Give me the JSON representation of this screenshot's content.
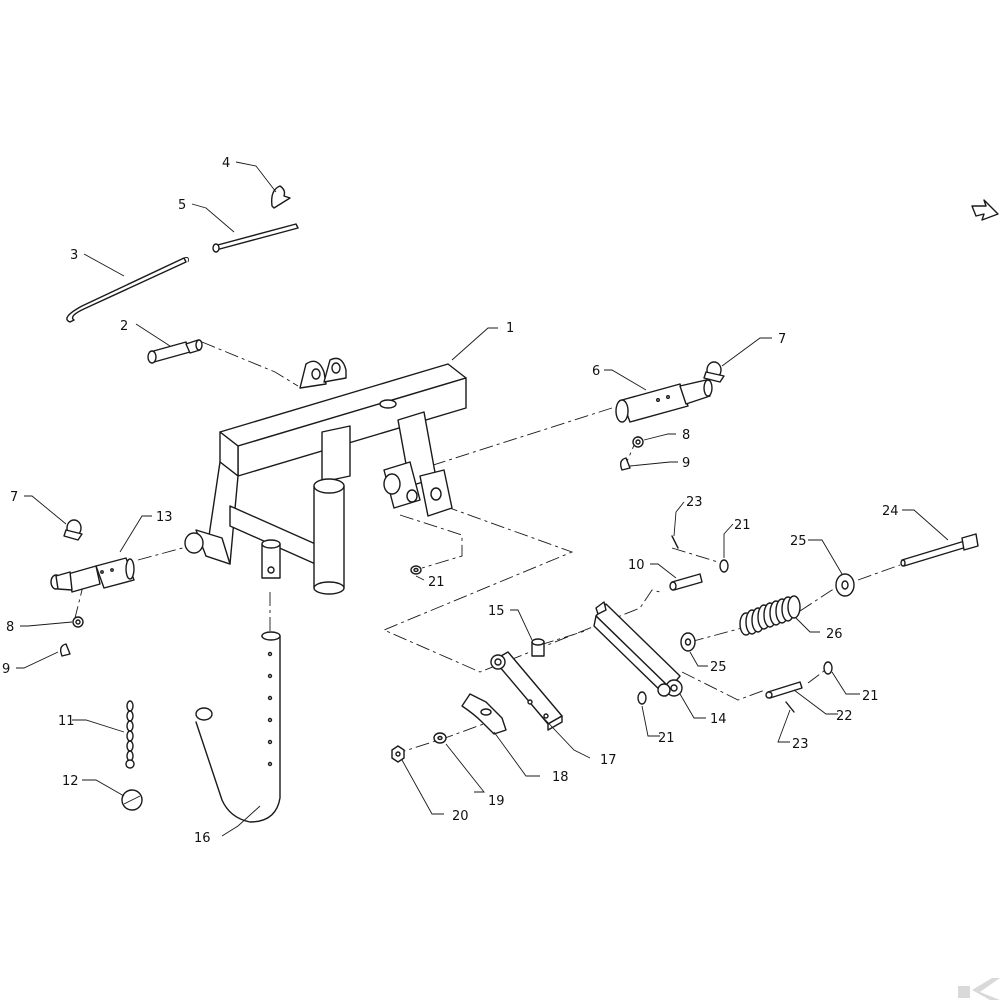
{
  "diagram": {
    "callouts": [
      {
        "id": "c1",
        "label": "1"
      },
      {
        "id": "c2",
        "label": "2"
      },
      {
        "id": "c3",
        "label": "3"
      },
      {
        "id": "c4",
        "label": "4"
      },
      {
        "id": "c5",
        "label": "5"
      },
      {
        "id": "c6",
        "label": "6"
      },
      {
        "id": "c7a",
        "label": "7"
      },
      {
        "id": "c7b",
        "label": "7"
      },
      {
        "id": "c8a",
        "label": "8"
      },
      {
        "id": "c8b",
        "label": "8"
      },
      {
        "id": "c9a",
        "label": "9"
      },
      {
        "id": "c9b",
        "label": "9"
      },
      {
        "id": "c10",
        "label": "10"
      },
      {
        "id": "c11",
        "label": "11"
      },
      {
        "id": "c12",
        "label": "12"
      },
      {
        "id": "c13",
        "label": "13"
      },
      {
        "id": "c14",
        "label": "14"
      },
      {
        "id": "c15",
        "label": "15"
      },
      {
        "id": "c16",
        "label": "16"
      },
      {
        "id": "c17",
        "label": "17"
      },
      {
        "id": "c18",
        "label": "18"
      },
      {
        "id": "c19",
        "label": "19"
      },
      {
        "id": "c20",
        "label": "20"
      },
      {
        "id": "c21a",
        "label": "21"
      },
      {
        "id": "c21b",
        "label": "21"
      },
      {
        "id": "c21c",
        "label": "21"
      },
      {
        "id": "c21d",
        "label": "21"
      },
      {
        "id": "c22",
        "label": "22"
      },
      {
        "id": "c23a",
        "label": "23"
      },
      {
        "id": "c23b",
        "label": "23"
      },
      {
        "id": "c24",
        "label": "24"
      },
      {
        "id": "c25a",
        "label": "25"
      },
      {
        "id": "c25b",
        "label": "25"
      },
      {
        "id": "c26",
        "label": "26"
      }
    ],
    "icons": {
      "direction": "direction-arrow-icon",
      "logo": "brand-logo-icon"
    },
    "colors": {
      "line": "#1a1a1a",
      "background": "#ffffff",
      "logo": "#d9d9d9"
    }
  }
}
